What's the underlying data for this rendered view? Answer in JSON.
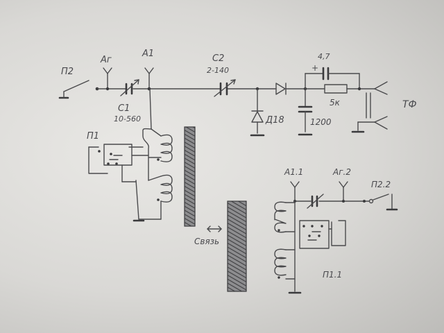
{
  "sheet": {
    "paper_color": "#e4e3e0",
    "ink_color": "#4a4a4c"
  },
  "labels": {
    "p2": "П2",
    "ag": "Аг",
    "a1": "А1",
    "c1": "С1",
    "c1_range": "10-560",
    "c2": "С2",
    "c2_range": "2-140",
    "d18": "Д18",
    "cap_4_7": "4,7",
    "plus": "+",
    "cap_1200": "1200",
    "res_5k": "5к",
    "tf": "ТФ",
    "p1": "П1",
    "coupling": "Связь",
    "a1_2": "А1.1",
    "ag_2": "Аг.2",
    "p2_2": "П2.2",
    "p1_2": "П1.1"
  }
}
